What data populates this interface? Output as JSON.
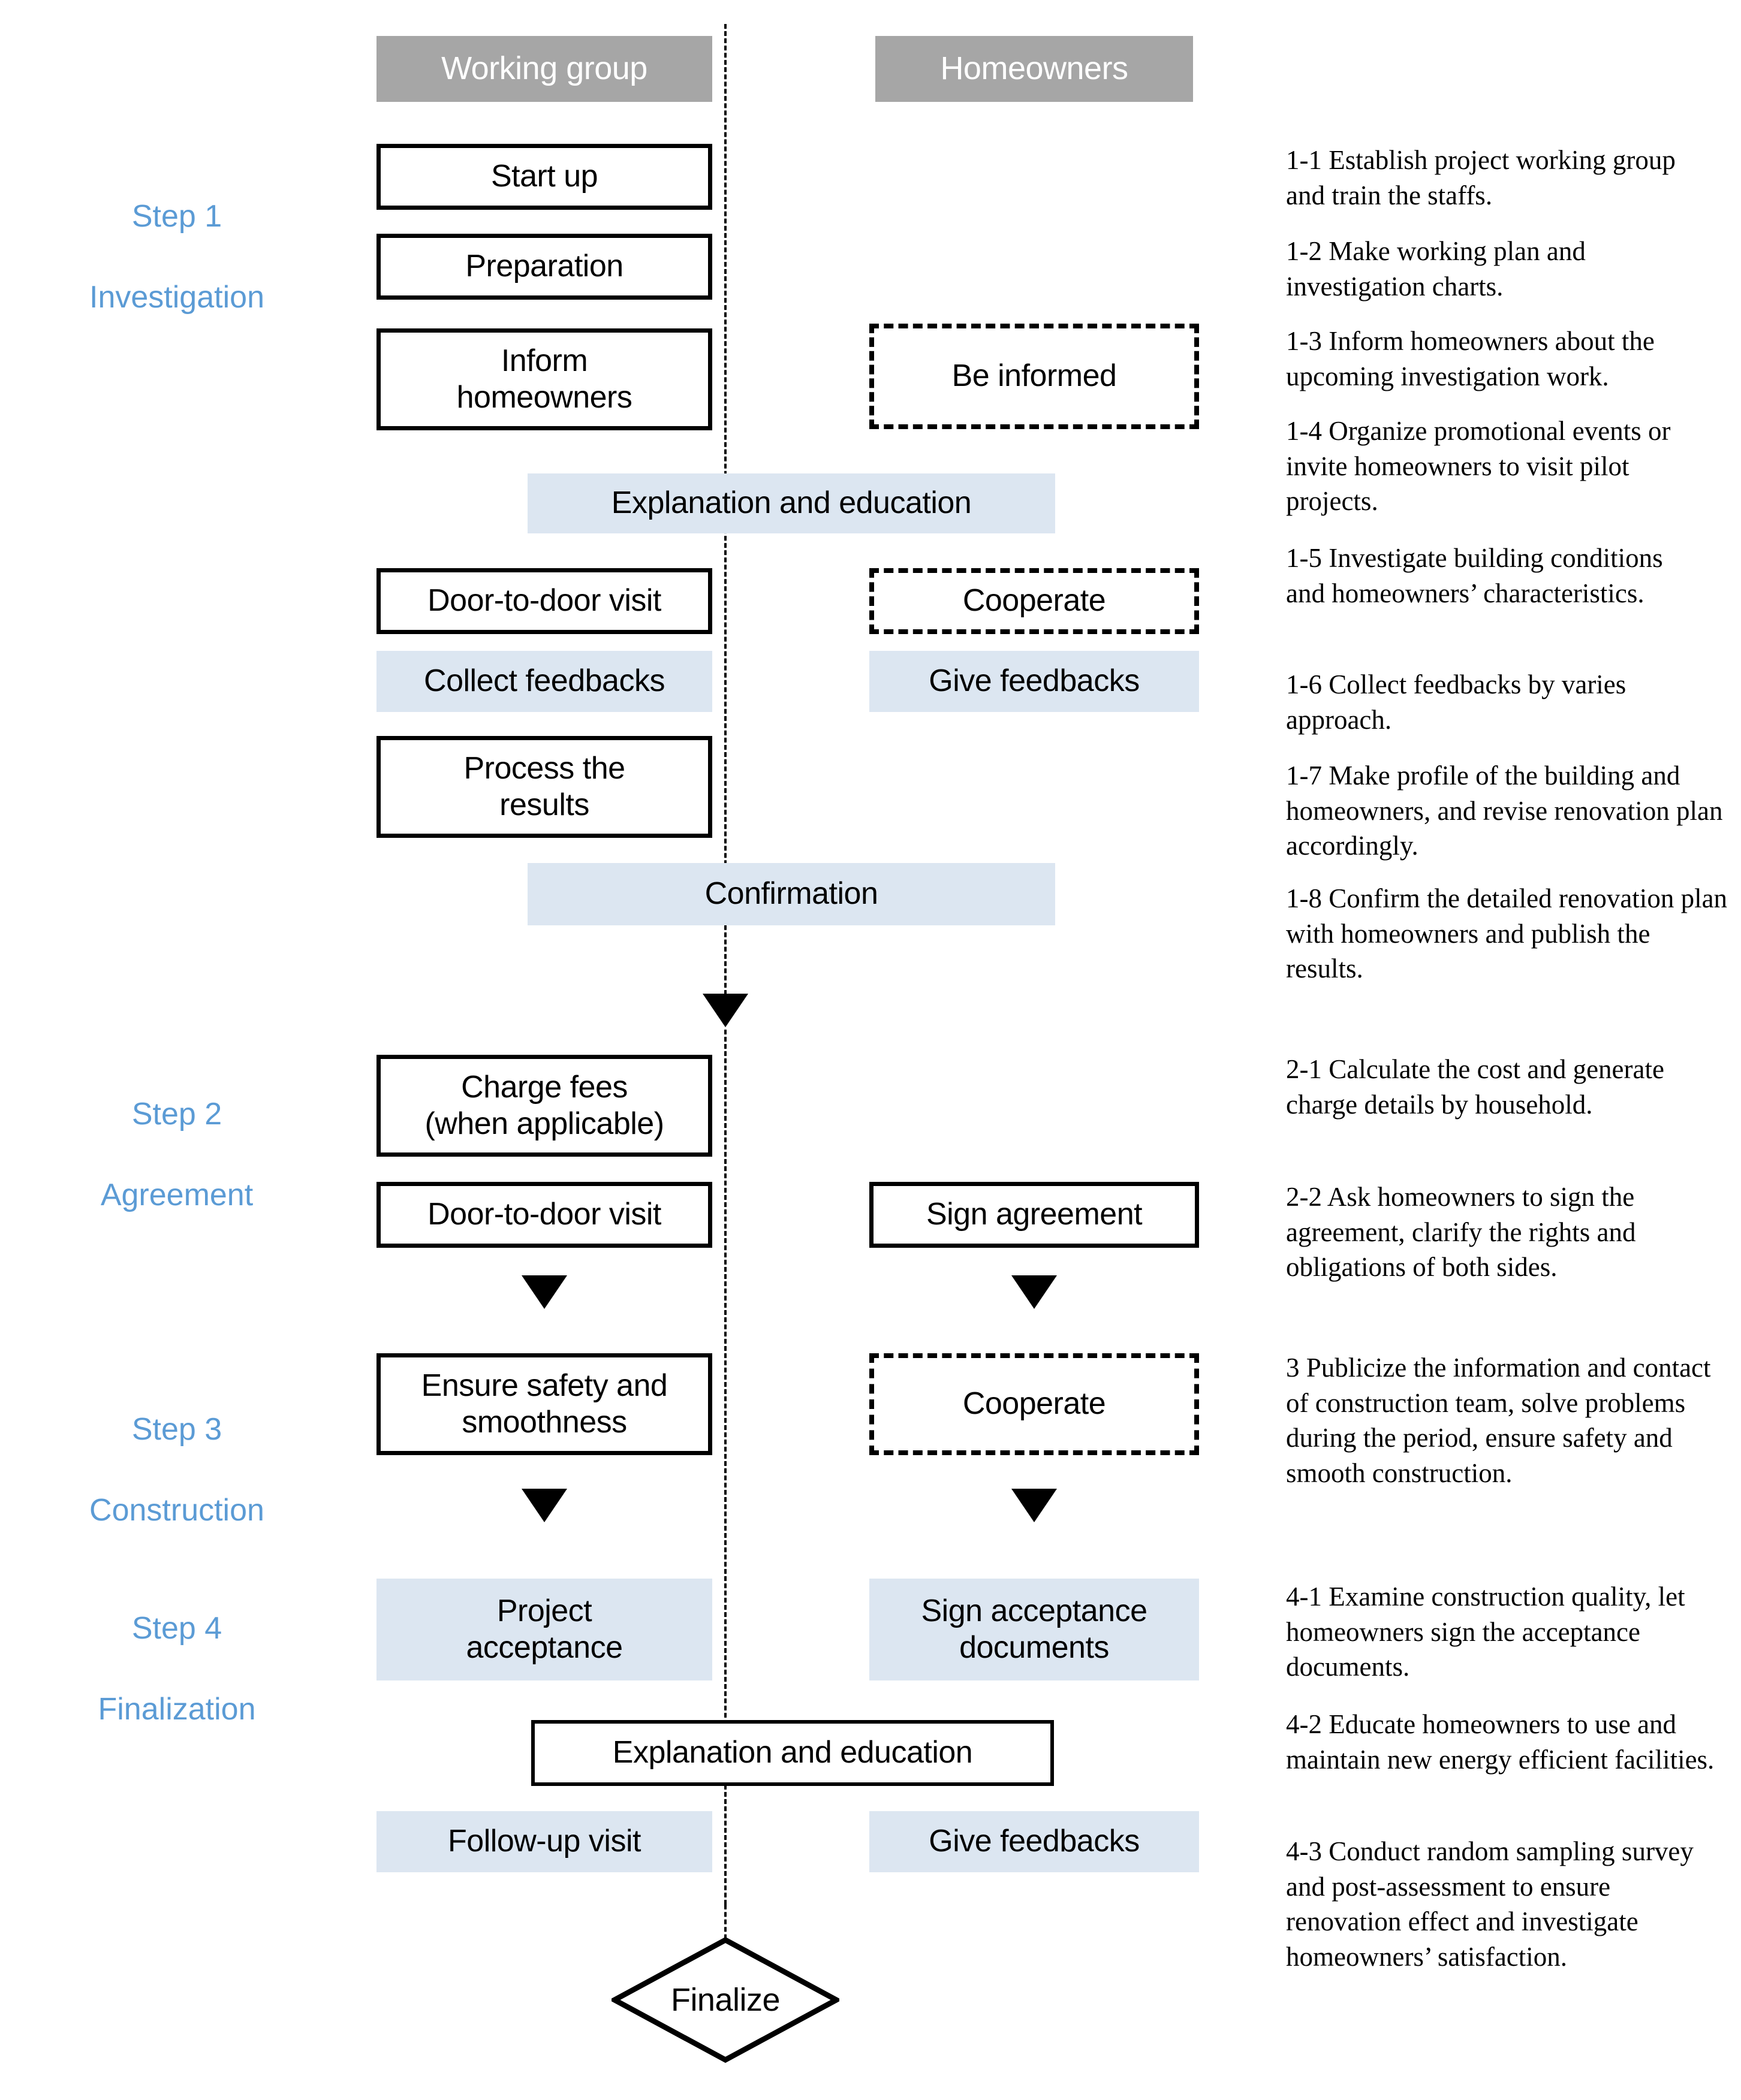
{
  "lanes": {
    "working_group": "Working group",
    "homeowners": "Homeowners"
  },
  "steps": [
    {
      "number": "Step 1",
      "name": "Investigation"
    },
    {
      "number": "Step 2",
      "name": "Agreement"
    },
    {
      "number": "Step 3",
      "name": "Construction"
    },
    {
      "number": "Step 4",
      "name": "Finalization"
    }
  ],
  "nodes": {
    "start_up": "Start up",
    "preparation": "Preparation",
    "inform_homeowners": "Inform\nhomeowners",
    "be_informed": "Be informed",
    "explanation_education_1": "Explanation and education",
    "door_to_door_visit_1": "Door-to-door visit",
    "cooperate_1": "Cooperate",
    "collect_feedbacks": "Collect feedbacks",
    "give_feedbacks_1": "Give feedbacks",
    "process_the_results": "Process the\nresults",
    "confirmation": "Confirmation",
    "charge_fees": "Charge fees\n(when applicable)",
    "door_to_door_visit_2": "Door-to-door visit",
    "sign_agreement": "Sign agreement",
    "ensure_safety": "Ensure safety and\nsmoothness",
    "cooperate_2": "Cooperate",
    "project_acceptance": "Project\nacceptance",
    "sign_acceptance_documents": "Sign acceptance\ndocuments",
    "explanation_education_2": "Explanation and education",
    "follow_up_visit": "Follow-up visit",
    "give_feedbacks_2": "Give feedbacks",
    "finalize": "Finalize"
  },
  "notes": {
    "n11": "1-1 Establish project working group and train the staffs.",
    "n12": "1-2 Make working plan and investigation charts.",
    "n13": "1-3 Inform homeowners about the upcoming investigation work.",
    "n14": "1-4 Organize promotional events or invite homeowners to visit pilot projects.",
    "n15": "1-5 Investigate building conditions and homeowners’ characteristics.",
    "n16": "1-6 Collect feedbacks by varies approach.",
    "n17": "1-7 Make profile of the building and homeowners, and revise renovation plan accordingly.",
    "n18": "1-8 Confirm the detailed renovation plan with homeowners and publish the results.",
    "n21": "2-1 Calculate the cost and generate charge details by household.",
    "n22": "2-2 Ask homeowners to sign the agreement, clarify the rights and obligations of both sides.",
    "n3": "3 Publicize the information and contact of construction team, solve problems during the period, ensure safety and smooth construction.",
    "n41": "4-1 Examine construction quality, let homeowners sign the acceptance documents.",
    "n42": "4-2 Educate homeowners to use and maintain new energy efficient facilities.",
    "n43": "4-3 Conduct random sampling survey and post-assessment to ensure renovation effect and investigate homeowners’ satisfaction."
  },
  "colors": {
    "lane_header_fill": "#a6a6a6",
    "blue_fill": "#dce6f1",
    "step_label": "#5b9bd5",
    "outline": "#000000"
  }
}
